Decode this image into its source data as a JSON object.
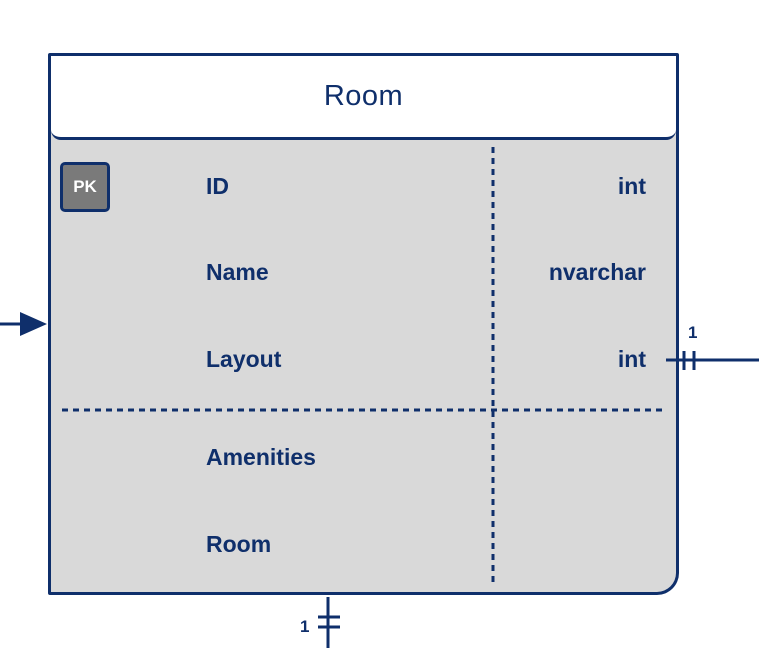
{
  "entity": {
    "name": "Room",
    "pk_label": "PK",
    "key_fields": [
      {
        "name": "ID",
        "type": "int"
      },
      {
        "name": "Name",
        "type": "nvarchar"
      },
      {
        "name": "Layout",
        "type": "int"
      }
    ],
    "navigation_fields": [
      {
        "name": "Amenities"
      },
      {
        "name": "Room"
      }
    ]
  },
  "relationships": {
    "right_cardinality": "1",
    "bottom_cardinality": "1"
  },
  "colors": {
    "stroke": "#0f2f6b",
    "body_fill": "#d9d9d9",
    "header_fill": "#ffffff",
    "pk_fill": "#7a7a7a"
  }
}
